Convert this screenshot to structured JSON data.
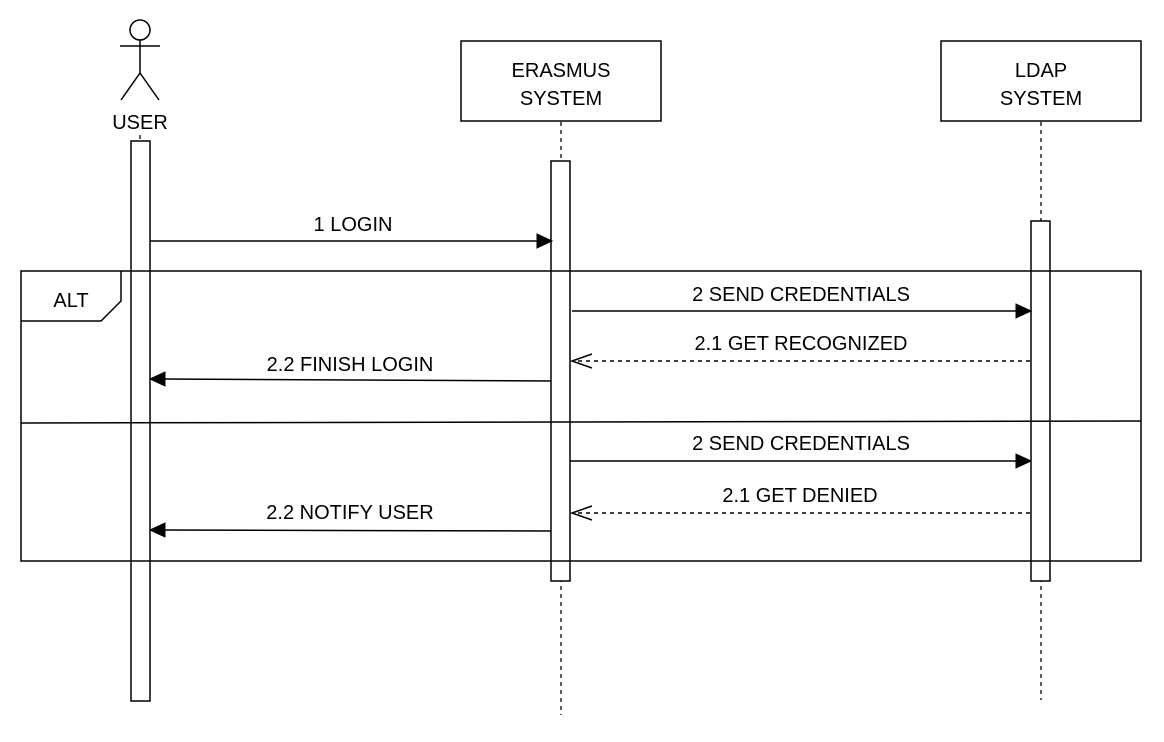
{
  "participants": {
    "user": {
      "label": "USER"
    },
    "erasmus": {
      "line1": "ERASMUS",
      "line2": "SYSTEM"
    },
    "ldap": {
      "line1": "LDAP",
      "line2": "SYSTEM"
    }
  },
  "fragment": {
    "operator": "ALT"
  },
  "messages": {
    "login": "1 LOGIN",
    "send_credentials_1": "2 SEND CREDENTIALS",
    "get_recognized": "2.1 GET RECOGNIZED",
    "finish_login": "2.2 FINISH LOGIN",
    "send_credentials_2": "2 SEND CREDENTIALS",
    "get_denied": "2.1 GET DENIED",
    "notify_user": "2.2 NOTIFY USER"
  }
}
